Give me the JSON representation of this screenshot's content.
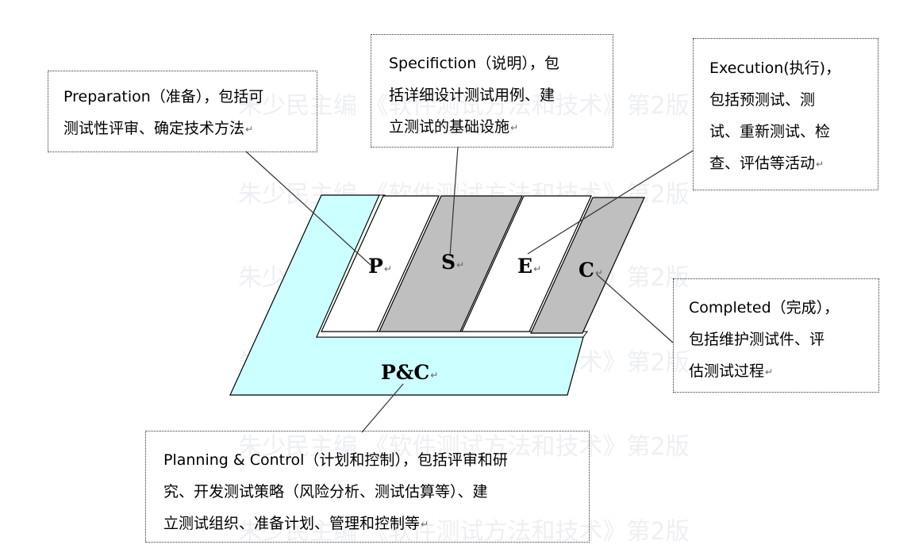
{
  "watermark_lines": [
    "朱少民主编 《软件测试方法和技术》第2版",
    "朱少民主编 《软件测试方法和技术》第2版",
    "朱少民主编 《软件测试方法和技术》第2版",
    "朱少民主编 《软件测试方法和技术》第2版",
    "朱少民主编 《软件测试方法和技术》第2版",
    "朱少民主编 《软件测试方法和技术》第2版"
  ],
  "stages": {
    "p": "P",
    "s": "S",
    "e": "E",
    "c": "C",
    "pc": "P&C"
  },
  "notes": {
    "preparation": [
      "Preparation（准备），包括可",
      "测试性评审、确定技术方法"
    ],
    "specification": [
      "Specifiction（说明），包",
      "括详细设计测试用例、建",
      "立测试的基础设施"
    ],
    "execution": [
      "Execution(执行)，",
      "包括预测试、测",
      "试、重新测试、检",
      "查、评估等活动"
    ],
    "completed": [
      "Completed（完成），",
      "包括维护测试件、评",
      "估测试过程"
    ],
    "planning": [
      "Planning & Control（计划和控制），包括评审和研",
      "究、开发测试策略（风险分析、测试估算等）、建",
      "立测试组织、准备计划、管理和控制等"
    ]
  },
  "paragraph_mark": "↵",
  "colors": {
    "frame_fill": "#ccffff",
    "white_stripe": "#ffffff",
    "gray_stripe": "#bfbfbf",
    "outline": "#000000",
    "connector": "#333333"
  }
}
